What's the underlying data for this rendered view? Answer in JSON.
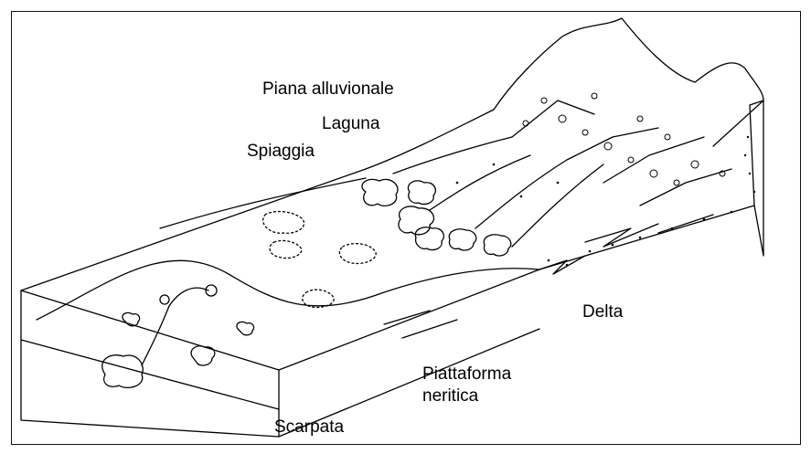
{
  "diagram": {
    "labels": {
      "piana": "Piana alluvionale",
      "laguna": "Laguna",
      "spiaggia": "Spiaggia",
      "delta": "Delta",
      "piattaforma_1": "Piattaforma",
      "piattaforma_2": "neritica",
      "scarpata": "Scarpata"
    }
  }
}
